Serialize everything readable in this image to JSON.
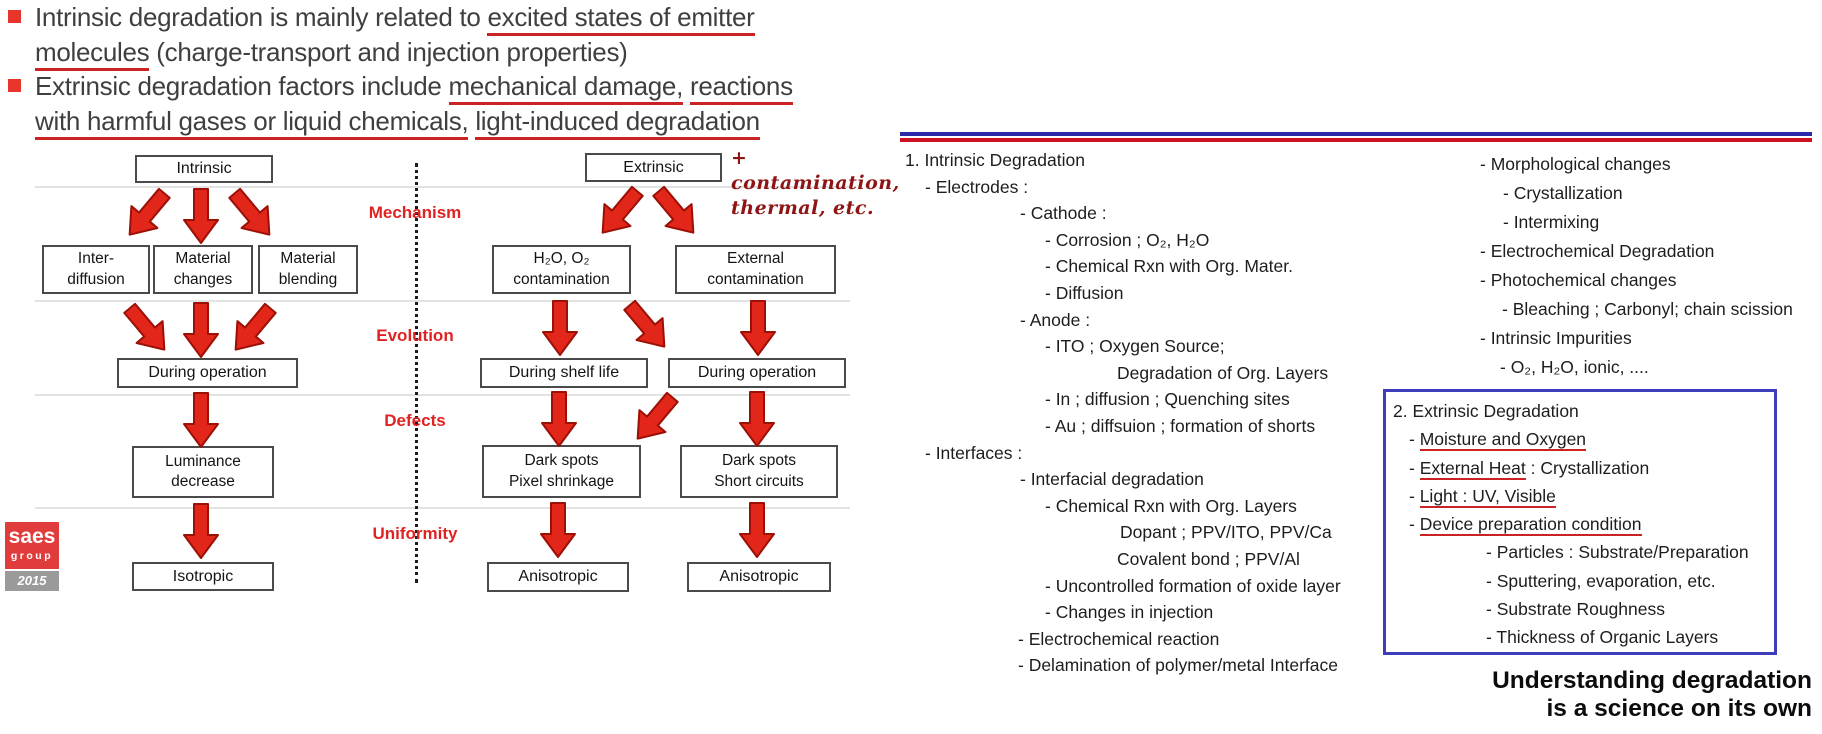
{
  "colors": {
    "accent_red": "#c92323",
    "arrow_red": "#e2261a",
    "arrow_outline": "#9c1006",
    "row_label_red": "#e02222",
    "blue_rule": "#2b2ba8",
    "red_rule": "#cc1122",
    "blue_box_border": "#3d3dbb",
    "logo_red": "#e13c3c",
    "logo_gray": "#9a9a9a",
    "handwriting_red": "#8f1414"
  },
  "intro": {
    "b1l1_pre": "Intrinsic degradation is mainly related to ",
    "b1l1_u": "excited states of emitter",
    "b1l2_u": "molecules",
    "b1l2_post": " (charge-transport and injection properties)",
    "b2l1_pre": "Extrinsic degradation factors include ",
    "b2l1_u1": "mechanical damage,",
    "b2l1_mid": " ",
    "b2l1_u2": "reactions",
    "b2l2_u1": "with harmful gases or liquid chemicals,",
    "b2l2_mid": " ",
    "b2l2_u2": "light-induced degradation"
  },
  "flowchart": {
    "row_labels": [
      "Mechanism",
      "Evolution",
      "Defects",
      "Uniformity"
    ],
    "annotation": "+\ncontamination,\nthermal, etc.",
    "boxes": {
      "intrinsic": "Intrinsic",
      "extrinsic": "Extrinsic",
      "inter_diffusion": "Inter-\ndiffusion",
      "material_changes": "Material\nchanges",
      "material_blending": "Material\nblending",
      "h2o_contamination": "H₂O, O₂\ncontamination",
      "external_contamination": "External\ncontamination",
      "during_operation_left": "During operation",
      "during_shelf_life": "During shelf life",
      "during_operation_right": "During operation",
      "luminance_decrease": "Luminance\ndecrease",
      "dark_spots_pixel": "Dark spots\nPixel shrinkage",
      "dark_spots_short": "Dark spots\nShort circuits",
      "isotropic": "Isotropic",
      "anisotropic_left": "Anisotropic",
      "anisotropic_right": "Anisotropic"
    }
  },
  "logo": {
    "name": "saes",
    "group": "group",
    "year": "2015"
  },
  "outline": {
    "col1": [
      {
        "ind": 0,
        "t": "1. Intrinsic Degradation"
      },
      {
        "ind": 20,
        "t": "- Electrodes :"
      },
      {
        "ind": 115,
        "t": "- Cathode :"
      },
      {
        "ind": 140,
        "t": "- Corrosion ; O₂, H₂O"
      },
      {
        "ind": 140,
        "t": "- Chemical Rxn with Org. Mater."
      },
      {
        "ind": 140,
        "t": "- Diffusion"
      },
      {
        "ind": 115,
        "t": "- Anode :"
      },
      {
        "ind": 140,
        "t": "- ITO ; Oxygen Source;"
      },
      {
        "ind": 212,
        "t": "Degradation of Org. Layers"
      },
      {
        "ind": 140,
        "t": "- In ; diffusion ; Quenching sites"
      },
      {
        "ind": 140,
        "t": "- Au ; diffsuion ; formation of shorts"
      },
      {
        "ind": 20,
        "t": "- Interfaces :"
      },
      {
        "ind": 115,
        "t": "- Interfacial degradation"
      },
      {
        "ind": 140,
        "t": "- Chemical Rxn with Org. Layers"
      },
      {
        "ind": 215,
        "t": "Dopant ; PPV/ITO, PPV/Ca"
      },
      {
        "ind": 212,
        "t": "Covalent bond ; PPV/Al"
      },
      {
        "ind": 140,
        "t": "- Uncontrolled formation of oxide layer"
      },
      {
        "ind": 140,
        "t": "- Changes in injection"
      },
      {
        "ind": 113,
        "t": "- Electrochemical reaction"
      },
      {
        "ind": 113,
        "t": "- Delamination of polymer/metal Interface"
      }
    ],
    "col2": [
      {
        "ind": 0,
        "t": "- Morphological changes"
      },
      {
        "ind": 23,
        "t": "- Crystallization"
      },
      {
        "ind": 23,
        "t": "- Intermixing"
      },
      {
        "ind": 0,
        "t": "- Electrochemical Degradation"
      },
      {
        "ind": 0,
        "t": "- Photochemical changes"
      },
      {
        "ind": 22,
        "t": "- Bleaching ; Carbonyl; chain scission"
      },
      {
        "ind": 0,
        "t": "- Intrinsic Impurities"
      },
      {
        "ind": 20,
        "t": "- O₂, H₂O, ionic, ...."
      }
    ],
    "extrinsic_box": [
      {
        "ind": 0,
        "t": "2. Extrinsic Degradation"
      },
      {
        "ind": 16,
        "seg": [
          {
            "t": "- "
          },
          {
            "t": "Moisture and Oxygen",
            "u": true
          }
        ]
      },
      {
        "ind": 16,
        "seg": [
          {
            "t": "- "
          },
          {
            "t": "External Heat",
            "u": true
          },
          {
            "t": " : Crystallization"
          }
        ]
      },
      {
        "ind": 16,
        "seg": [
          {
            "t": "- "
          },
          {
            "t": "Light : UV, Visible",
            "u": true
          }
        ]
      },
      {
        "ind": 16,
        "seg": [
          {
            "t": "- "
          },
          {
            "t": "Device preparation condition",
            "u": true
          }
        ]
      },
      {
        "ind": 93,
        "t": "- Particles : Substrate/Preparation"
      },
      {
        "ind": 93,
        "t": "- Sputtering, evaporation, etc."
      },
      {
        "ind": 93,
        "t": "- Substrate Roughness"
      },
      {
        "ind": 93,
        "t": "- Thickness of Organic Layers"
      }
    ]
  },
  "closing": {
    "line1": "Understanding degradation",
    "line2": "is a science on its own"
  }
}
